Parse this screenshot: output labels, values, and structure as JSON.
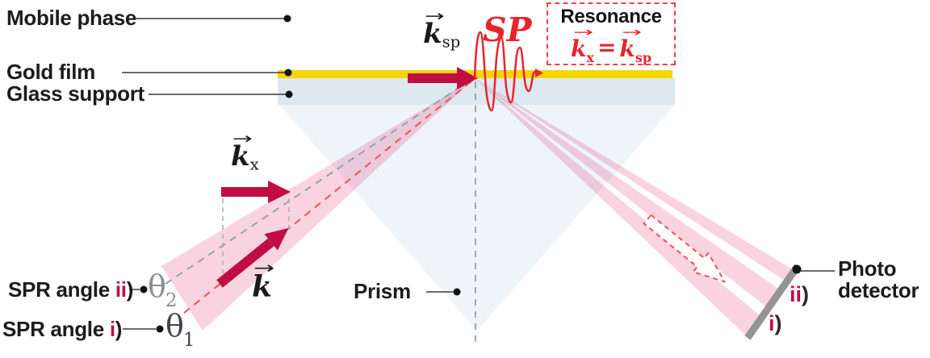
{
  "layers": {
    "mobile_phase": "Mobile phase",
    "gold_film": "Gold film",
    "glass_support": "Glass support",
    "prism": "Prism"
  },
  "detector": {
    "label_line1": "Photo",
    "label_line2": "detector",
    "mark_ii": "ii",
    "mark_i": "i",
    "paren": ")"
  },
  "spr": {
    "prefix_ii": "SPR angle ",
    "prefix_i": "SPR angle ",
    "ii": "ii",
    "i": "i",
    "paren": ")",
    "theta": "θ",
    "sub_2": "2",
    "sub_1": "1"
  },
  "vectors": {
    "arrow_glyph": "→",
    "k": "k",
    "sub_sp": "sp",
    "sub_x": "x",
    "sp_label": "SP"
  },
  "resonance": {
    "title": "Resonance",
    "k": "k",
    "sub_x": "x",
    "equals": "=",
    "sub_sp": "sp"
  },
  "colors": {
    "crimson_vector": "#C00D44",
    "bright_red": "#E8242C",
    "gold_film": "#F5D506",
    "glass_blue": "#DEE8F0",
    "prism_blue": "#EFF4F9",
    "beam_pink": "#FAD3E0",
    "detector_gray": "#949494",
    "dashed_gray": "#9AA0A6",
    "dashed_red": "#EE5056"
  }
}
